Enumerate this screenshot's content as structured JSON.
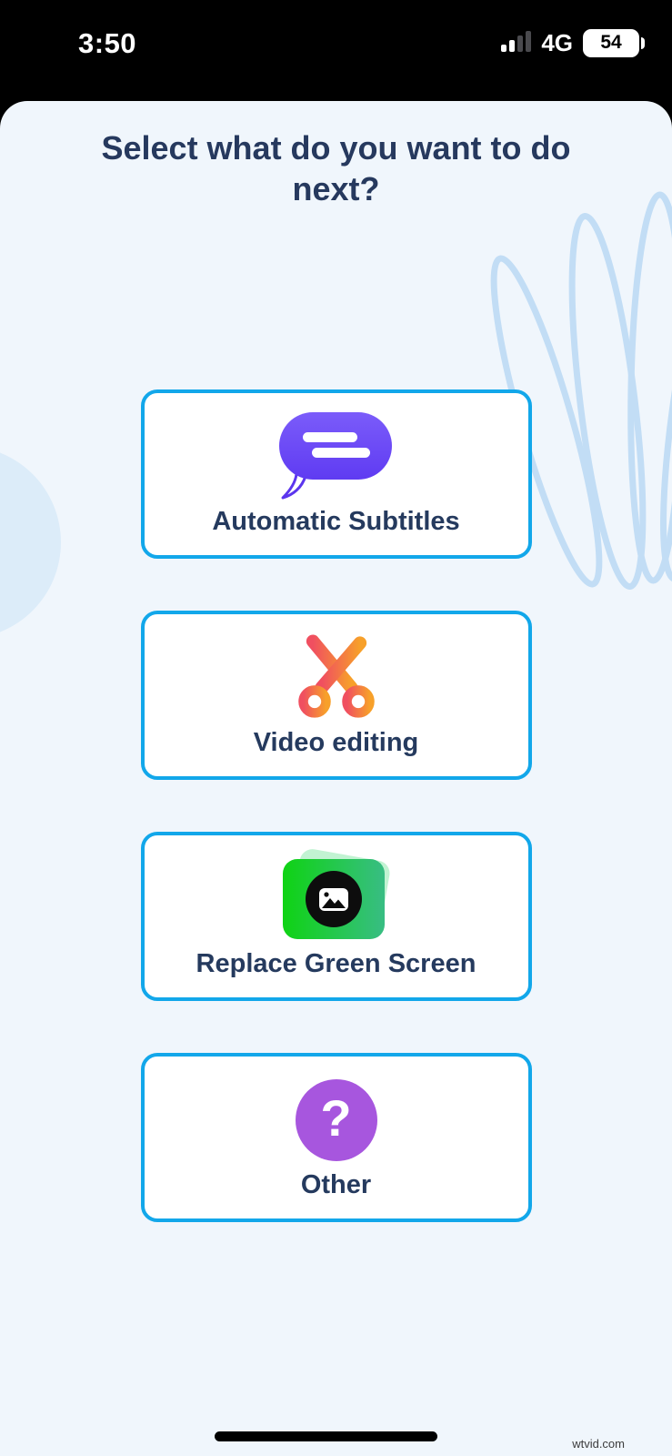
{
  "status_bar": {
    "time": "3:50",
    "network": "4G",
    "battery_percent": "54"
  },
  "sheet": {
    "title": "Select what do you want to do next?"
  },
  "options": [
    {
      "label": "Automatic Subtitles",
      "icon": "chat-bubble-icon"
    },
    {
      "label": "Video editing",
      "icon": "scissors-icon"
    },
    {
      "label": "Replace Green Screen",
      "icon": "green-screen-icon"
    },
    {
      "label": "Other",
      "icon": "question-mark-icon",
      "glyph": "?"
    }
  ],
  "watermark": "wtvid.com",
  "colors": {
    "sheet_background": "#f0f6fc",
    "card_border": "#12a7ea",
    "title_text": "#26395e",
    "bubble_purple": "#6c4df6",
    "scissors_gradient_left": "#f04f60",
    "scissors_gradient_right": "#f7a02a",
    "green_gradient_left": "#0fd314",
    "green_gradient_right": "#38bd83",
    "question_purple": "#a756de",
    "decor_stroke": "#c2ddf5"
  }
}
